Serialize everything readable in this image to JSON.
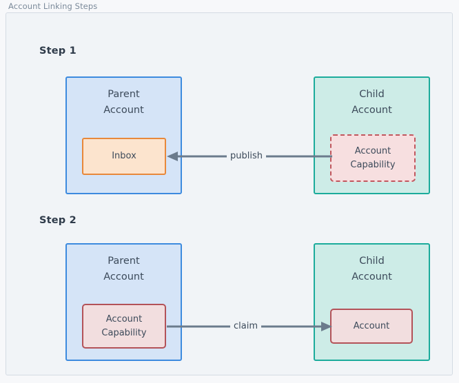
{
  "panel": {
    "title": "Account Linking Steps"
  },
  "steps": [
    {
      "label": "Step 1",
      "parent": {
        "title": "Parent\nAccount",
        "node": "Inbox"
      },
      "child": {
        "title": "Child\nAccount",
        "node": "Account\nCapability"
      },
      "edge": {
        "label": "publish",
        "direction": "right-to-left"
      }
    },
    {
      "label": "Step 2",
      "parent": {
        "title": "Parent\nAccount",
        "node": "Account\nCapability"
      },
      "child": {
        "title": "Child\nAccount",
        "node": "Account"
      },
      "edge": {
        "label": "claim",
        "direction": "left-to-right"
      }
    }
  ],
  "colors": {
    "panel_bg": "#f1f4f7",
    "panel_border": "#d4dbe3",
    "parent_fill": "#d5e4f7",
    "parent_border": "#3c8ade",
    "child_fill": "#cdece7",
    "child_border": "#1bab9b",
    "inbox_fill": "#fce4ce",
    "inbox_border": "#e8883a",
    "capability_fill": "#f7dfe0",
    "capability_border": "#c2565d",
    "arrow": "#6b7b8c",
    "text": "#3c4a5a",
    "title_text": "#7b8a9a"
  }
}
